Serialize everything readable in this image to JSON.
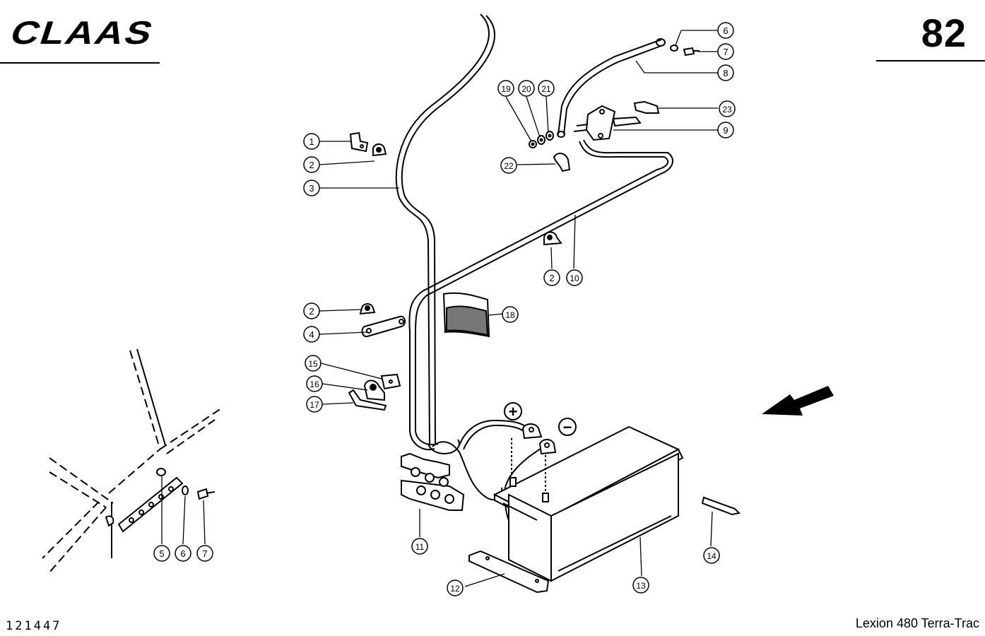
{
  "brand": {
    "logo_text": "CLAAS"
  },
  "page_number": "82",
  "document_id": "121447",
  "model_name": "Lexion 480 Terra-Trac",
  "terminal_symbols": {
    "positive": "+",
    "negative": "−"
  },
  "callouts": [
    {
      "id": "c1",
      "label": "1"
    },
    {
      "id": "c2a",
      "label": "2"
    },
    {
      "id": "c3",
      "label": "3"
    },
    {
      "id": "c2b",
      "label": "2"
    },
    {
      "id": "c4",
      "label": "4"
    },
    {
      "id": "c15",
      "label": "15"
    },
    {
      "id": "c16",
      "label": "16"
    },
    {
      "id": "c17",
      "label": "17"
    },
    {
      "id": "c6a",
      "label": "6"
    },
    {
      "id": "c7a",
      "label": "7"
    },
    {
      "id": "c8",
      "label": "8"
    },
    {
      "id": "c23",
      "label": "23"
    },
    {
      "id": "c9",
      "label": "9"
    },
    {
      "id": "c19",
      "label": "19"
    },
    {
      "id": "c20",
      "label": "20"
    },
    {
      "id": "c21",
      "label": "21"
    },
    {
      "id": "c22",
      "label": "22"
    },
    {
      "id": "c2c",
      "label": "2"
    },
    {
      "id": "c10",
      "label": "10"
    },
    {
      "id": "c18",
      "label": "18"
    },
    {
      "id": "c11",
      "label": "11"
    },
    {
      "id": "c12",
      "label": "12"
    },
    {
      "id": "c13",
      "label": "13"
    },
    {
      "id": "c14",
      "label": "14"
    },
    {
      "id": "c5",
      "label": "5"
    },
    {
      "id": "c6b",
      "label": "6"
    },
    {
      "id": "c7b",
      "label": "7"
    }
  ]
}
